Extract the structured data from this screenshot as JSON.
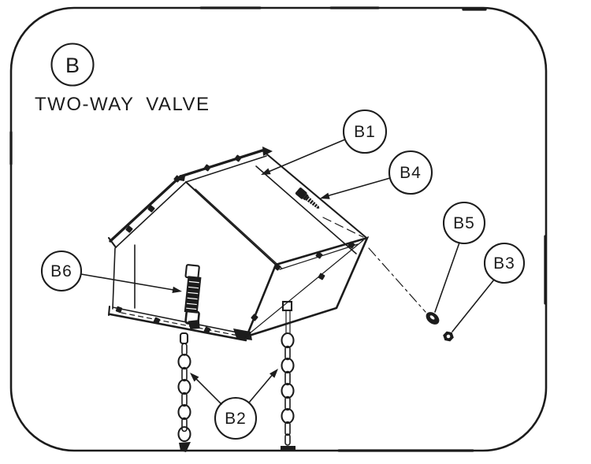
{
  "figure": {
    "section_label": "B",
    "title": "TWO-WAY VALVE"
  },
  "style": {
    "ink_color": "#1c1c1c",
    "paper_color": "#ffffff"
  },
  "callouts": {
    "b": {
      "label": "B"
    },
    "b1": {
      "label": "B1"
    },
    "b2": {
      "label": "B2"
    },
    "b3": {
      "label": "B3"
    },
    "b4": {
      "label": "B4"
    },
    "b5": {
      "label": "B5"
    },
    "b6": {
      "label": "B6"
    }
  }
}
